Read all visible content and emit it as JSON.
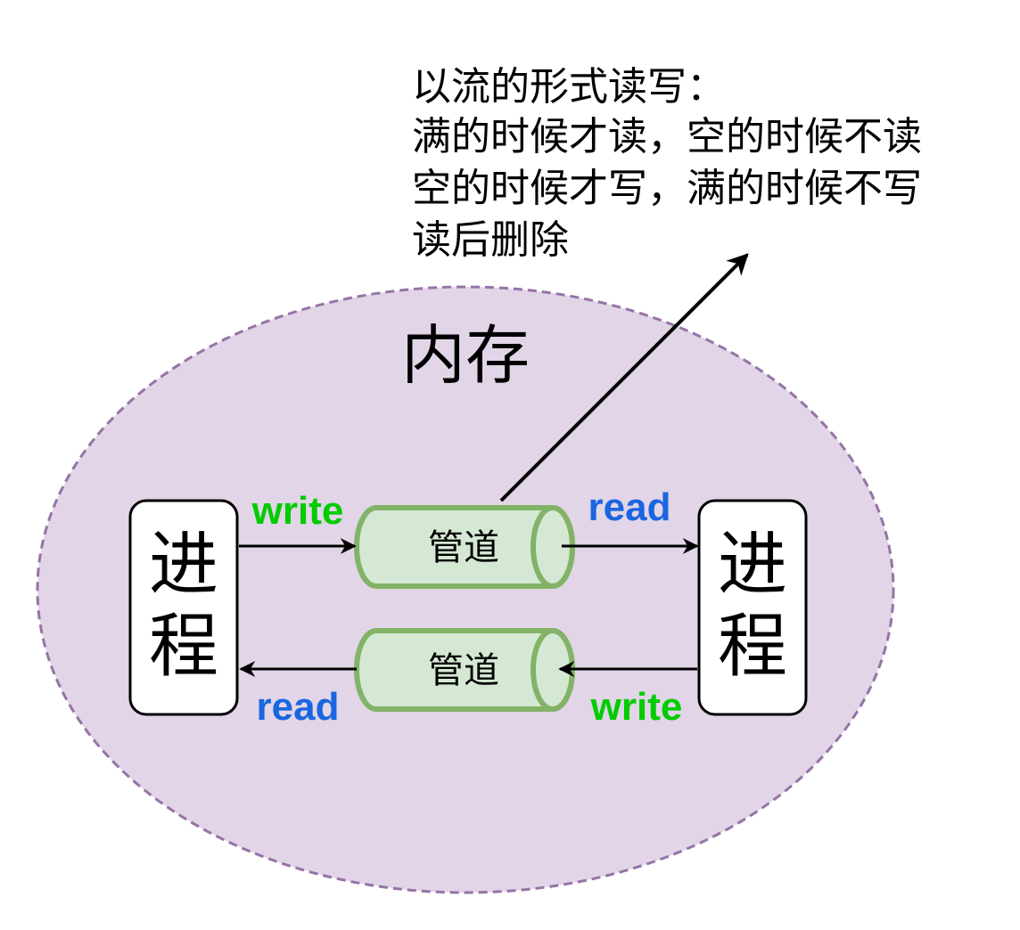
{
  "colors": {
    "memory_fill": "#e1d5e7",
    "memory_stroke": "#9673a6",
    "pipe_fill": "#d5e8d4",
    "pipe_stroke": "#82b366",
    "write_color": "#00cc00",
    "read_color": "#1a66e0",
    "arrow_color": "#000000"
  },
  "annotation": {
    "line1": "以流的形式读写：",
    "line2": "满的时候才读，空的时候不读",
    "line3": "空的时候才写，满的时候不写",
    "line4": "读后删除"
  },
  "memory": {
    "label": "内存"
  },
  "processes": {
    "left": {
      "char1": "进",
      "char2": "程"
    },
    "right": {
      "char1": "进",
      "char2": "程"
    }
  },
  "pipes": {
    "top": {
      "label": "管道"
    },
    "bottom": {
      "label": "管道"
    }
  },
  "edges": {
    "top_left": "write",
    "top_right": "read",
    "bottom_left": "read",
    "bottom_right": "write"
  },
  "icons": [
    "arrow-icon"
  ]
}
